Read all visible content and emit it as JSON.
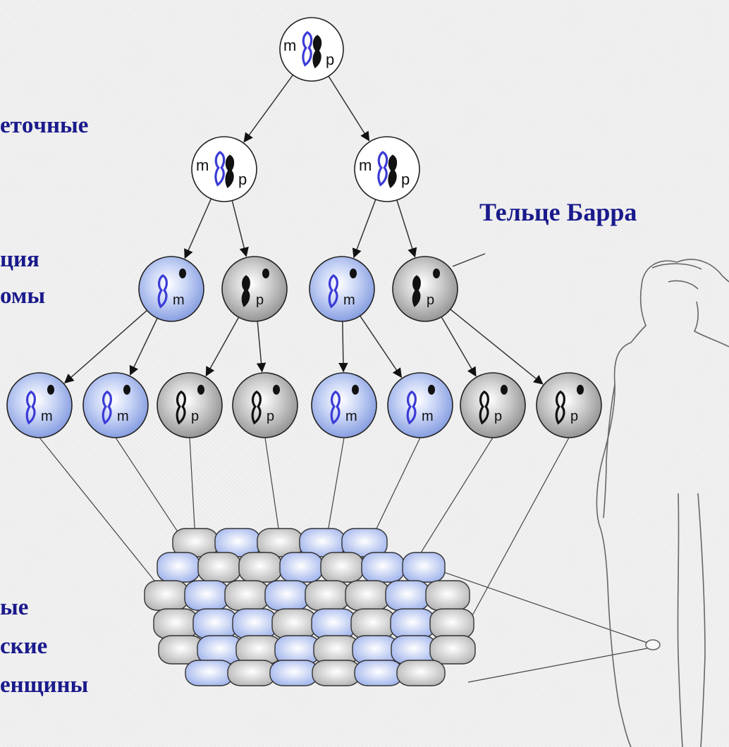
{
  "labels": {
    "top_left": "етoчные",
    "barr_body": "Тельце Барра",
    "inactivation": [
      "ция",
      "омы"
    ],
    "tissue": [
      "ые",
      "ские",
      "енщины"
    ]
  },
  "markers": {
    "maternal": "m",
    "paternal": "p"
  },
  "colors": {
    "label_text": "#1a1a8c",
    "maternal_chromosome": "#3b3bd6",
    "paternal_chromosome": "#111111",
    "maternal_cell": "#8fa6e6",
    "paternal_cell": "#9a9a9a"
  },
  "cells": {
    "generation_1": [
      "both"
    ],
    "generation_2": [
      "both",
      "both"
    ],
    "generation_3": [
      "m",
      "p",
      "m",
      "p"
    ],
    "generation_4": [
      "m",
      "m",
      "p",
      "p",
      "m",
      "m",
      "p",
      "p"
    ]
  }
}
